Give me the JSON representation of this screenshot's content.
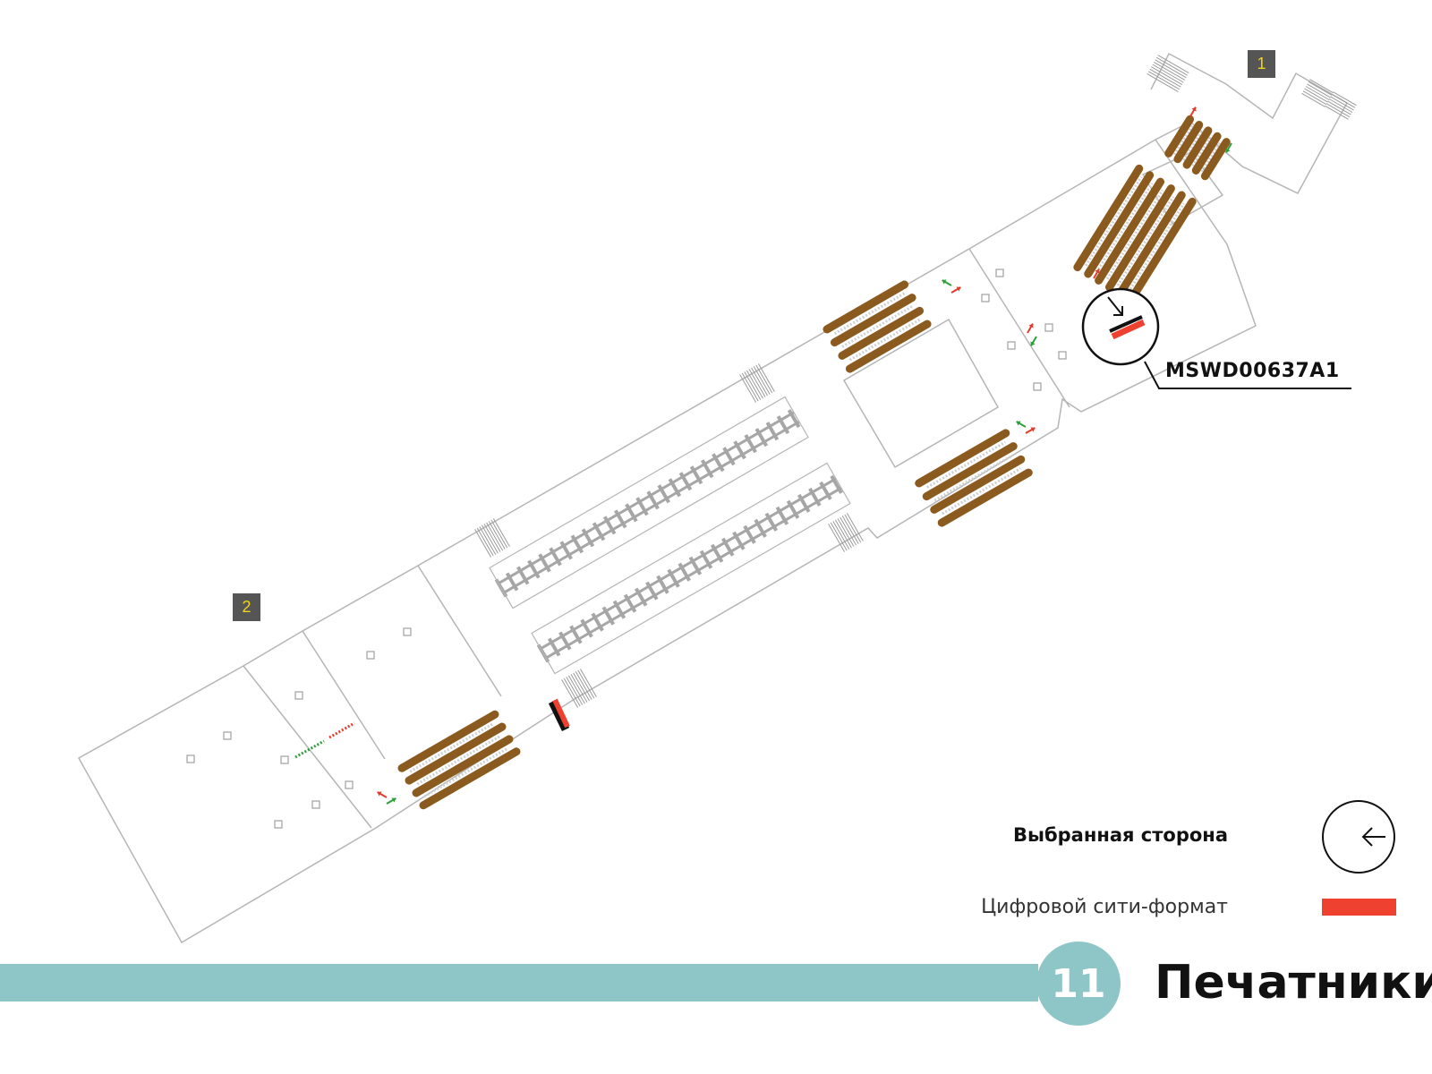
{
  "station": {
    "name": "Печатники",
    "line_number": "11",
    "line_color": "#8ec5c6"
  },
  "exits": [
    {
      "number": "1"
    },
    {
      "number": "2"
    }
  ],
  "placement": {
    "code": "MSWD00637A1",
    "marker_color": "#ef4130"
  },
  "legend": {
    "selected_side_label": "Выбранная сторона",
    "digital_format_label": "Цифровой сити-формат",
    "digital_format_color": "#ef4130"
  },
  "colors": {
    "escalator": "#8b5a1e",
    "track": "#a6a6a6",
    "outline": "#b5b5b5",
    "arrow_green": "#2e9e3a",
    "arrow_red": "#e23b2b"
  }
}
